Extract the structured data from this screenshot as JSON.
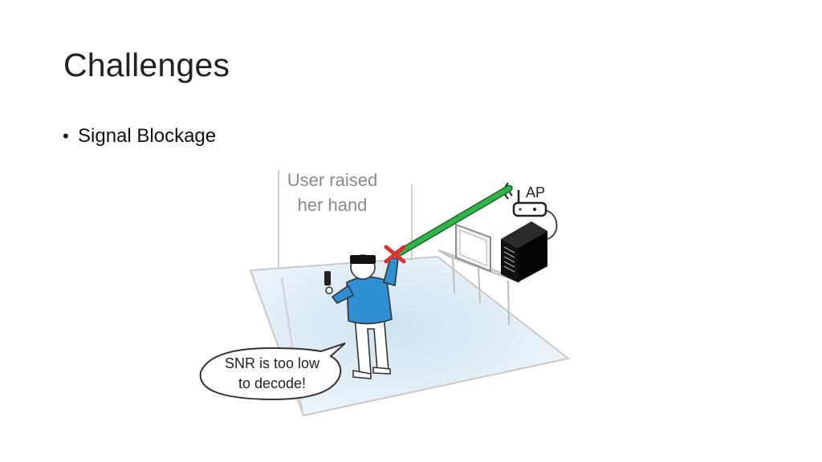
{
  "slide": {
    "title": "Challenges",
    "bullets": [
      {
        "text": "Signal Blockage"
      }
    ]
  },
  "figure": {
    "caption_line1": "User raised",
    "caption_line2": "her hand",
    "ap_label": "AP",
    "speech_line1": "SNR is too low",
    "speech_line2": "to decode!",
    "colors": {
      "beam": "#2fb34a",
      "blocked_x": "#e0312e",
      "shirt": "#2f8fd0",
      "floor": "#dbe9f3",
      "caption": "#8a8a8a"
    }
  }
}
